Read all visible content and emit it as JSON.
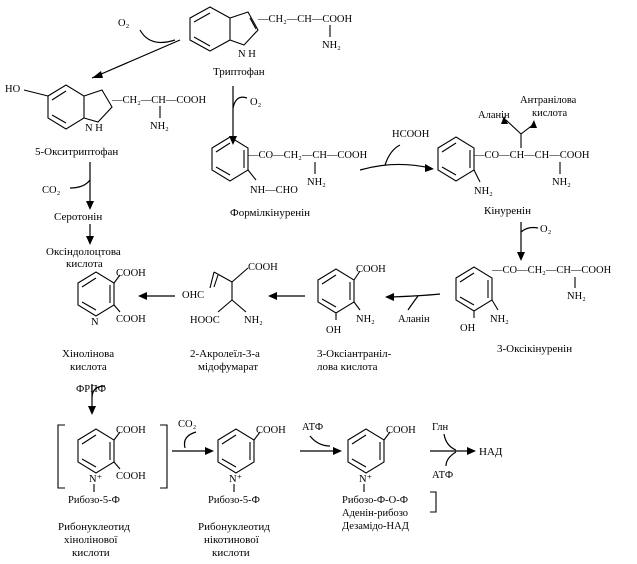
{
  "compounds": {
    "tryptophan": {
      "name": "Триптофан",
      "chain": "—CH₂—CH—COOH",
      "nh2": "NH₂",
      "nh": "N H"
    },
    "hydroxytryptophan": {
      "name": "5-Окситриптофан",
      "ho": "HO",
      "chain": "—CH₂—CH—COOH",
      "nh2": "NH₂",
      "nh": "N H"
    },
    "serotonin": {
      "name": "Серотонін"
    },
    "oxindole": {
      "name_line1": "Оксіндолоцтова",
      "name_line2": "кислота"
    },
    "formylkynurenine": {
      "name": "Формілкінуренін",
      "chain": "—CO—CH₂—CH—COOH",
      "nh2": "NH₂",
      "nhcho": "NH—CHO"
    },
    "kynurenine": {
      "name": "Кінуренін",
      "chain": "—CO—CH—CH—COOH",
      "nh2_ring": "NH₂",
      "nh2_chain": "NH₂"
    },
    "hydroxykynurenine": {
      "name": "3-Оксікінуренін",
      "chain": "—CO—CH₂—CH—COOH",
      "nh2_ring": "NH₂",
      "oh": "OH",
      "nh2_chain": "NH₂"
    },
    "hydroxyanthranilic": {
      "name_line1": "3-Оксіантраніл-",
      "name_line2": "лова кислота",
      "cooh": "COOH",
      "nh2": "NH₂",
      "oh": "OH"
    },
    "acroleylaminofumarate": {
      "name_line1": "2-Акролеїл-3-а",
      "name_line2": "мідофумарат",
      "cooh": "COOH",
      "ohc": "OHC",
      "hooc": "HOOC",
      "nh2": "NH₂"
    },
    "quinolinic": {
      "name_line1": "Хінолінова",
      "name_line2": "кислота",
      "cooh1": "COOH",
      "cooh2": "COOH",
      "n": "N"
    },
    "ribo_quinolinic": {
      "name_line1": "Рибонуклеотид",
      "name_line2": "хінолінової",
      "name_line3": "кислоти",
      "cooh1": "COOH",
      "cooh2": "COOH",
      "n": "N⁺",
      "ribose": "Рибозо-5-Ф"
    },
    "ribo_nicotinic": {
      "name_line1": "Рибонуклеотид",
      "name_line2": "нікотинової",
      "name_line3": "кислоти",
      "cooh": "COOH",
      "n": "N⁺",
      "ribose": "Рибозо-5-Ф"
    },
    "desamido_nad": {
      "cooh": "COOH",
      "n": "N⁺",
      "line1": "Рибозо-Ф-О-Ф",
      "line2": "Аденін-рибозо",
      "line3": "Дезамідо-НАД"
    }
  },
  "reagents": {
    "o2_1": "O₂",
    "o2_2": "O₂",
    "o2_3": "O₂",
    "co2_1": "CO₂",
    "co2_2": "CO₂",
    "hcooh": "HCOOH",
    "alanine_top": "Аланін",
    "anthranilic_line1": "Антранілова",
    "anthranilic_line2": "кислота",
    "alanine_mid": "Аланін",
    "frpf": "ФРПФ",
    "atf_1": "АТФ",
    "gln": "Глн",
    "atf_2": "АТФ",
    "nad": "НАД"
  }
}
